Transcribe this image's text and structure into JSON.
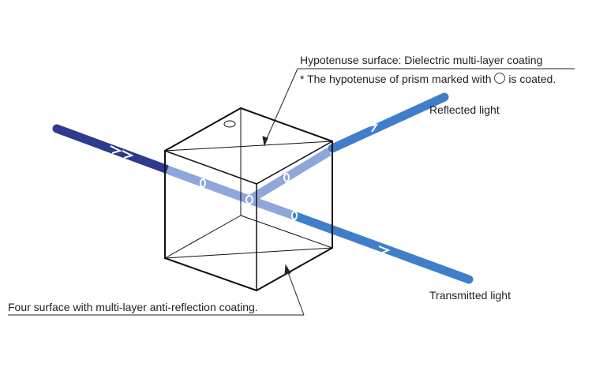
{
  "labels": {
    "hypotenuse": "Hypotenuse surface: Dielectric multi-layer coating",
    "note_prefix": "* The hypotenuse of prism marked with",
    "note_suffix": "is coated.",
    "reflected": "Reflected light",
    "transmitted": "Transmitted light",
    "four_surface": "Four surface with multi-layer anti-reflection coating."
  },
  "colors": {
    "incident": "#2e3a8c",
    "inside": "#8fa6da",
    "outgoing": "#3f7fc9",
    "line": "#111111"
  }
}
